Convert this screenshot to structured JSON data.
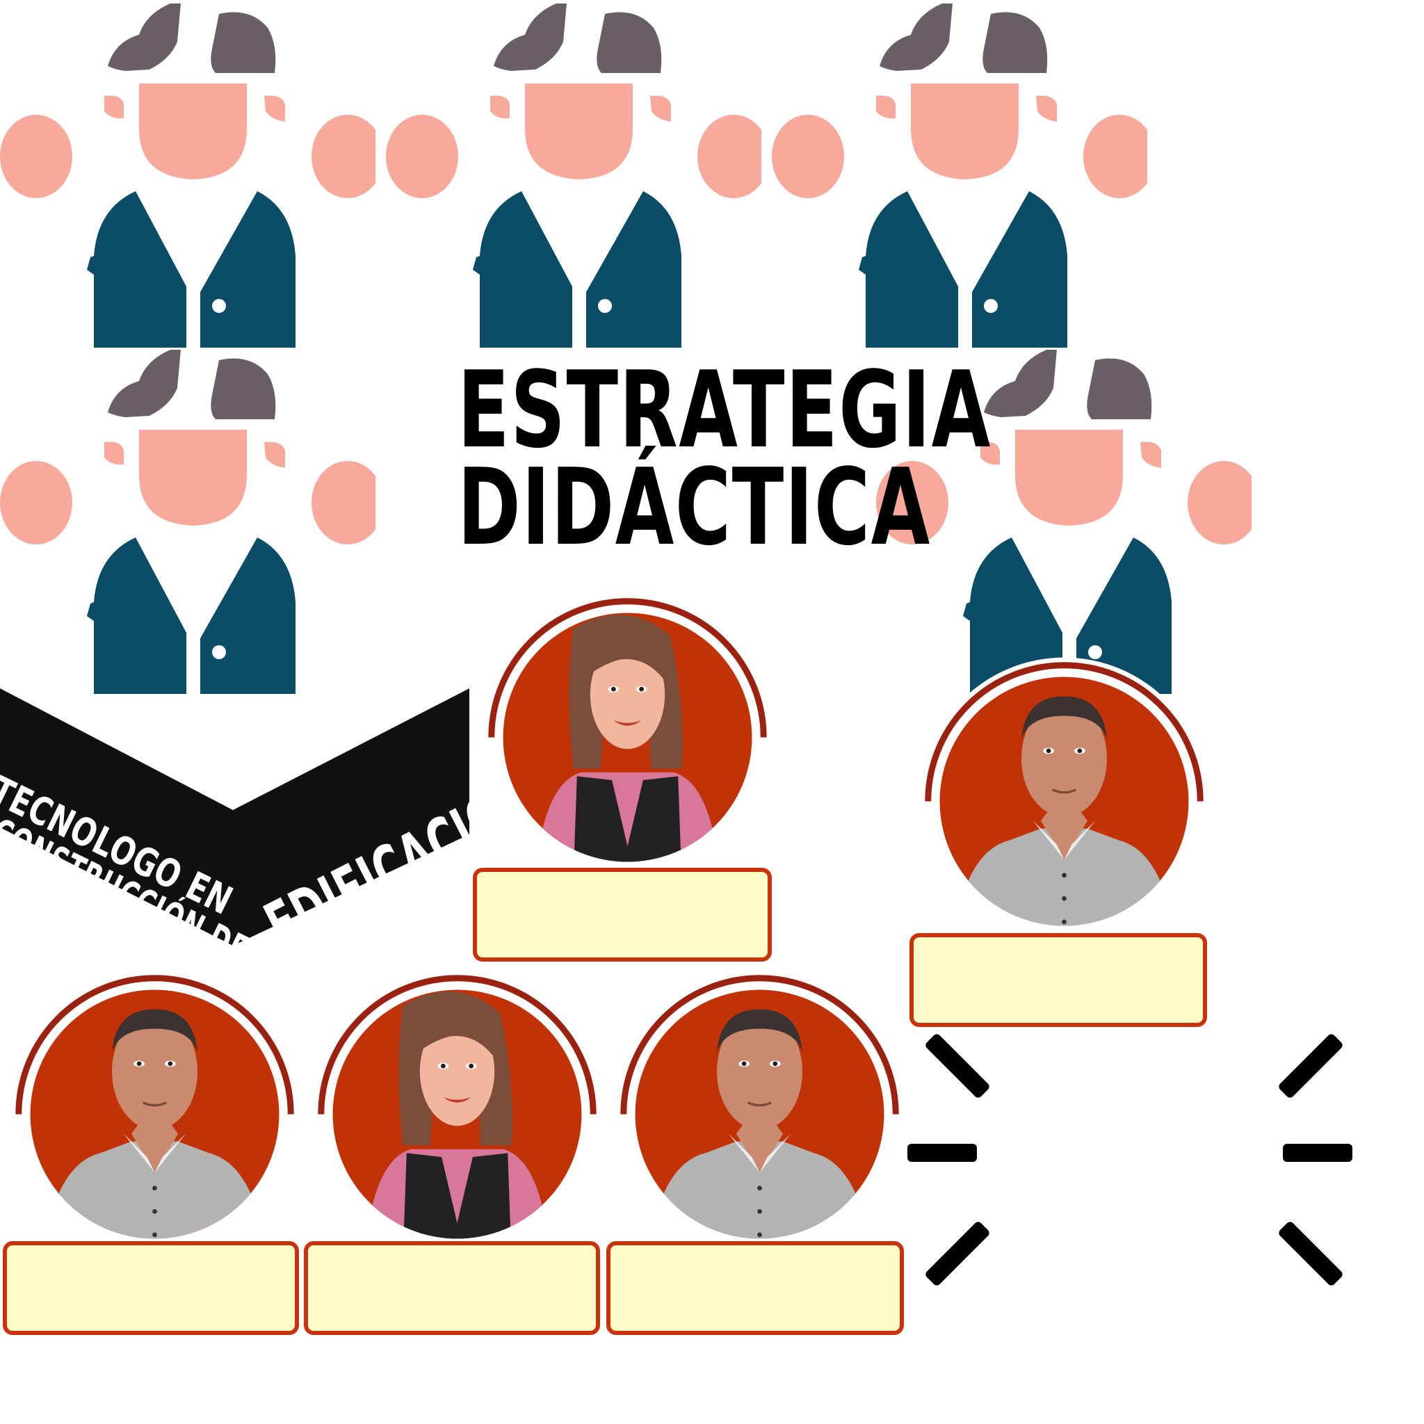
{
  "title": {
    "line1": "ESTRATEGIA",
    "line2": "DIDÁCTICA"
  },
  "ribbon": {
    "line1": "TECNOLOGO EN",
    "line2": "CONSTRUCCIÓN DE",
    "word": "EDIFICACIONES"
  },
  "avatars": [
    {
      "type": "woman"
    },
    {
      "type": "man"
    },
    {
      "type": "man"
    },
    {
      "type": "woman"
    },
    {
      "type": "man"
    }
  ],
  "name_boxes": [
    {
      "text": ""
    },
    {
      "text": ""
    },
    {
      "text": ""
    },
    {
      "text": ""
    },
    {
      "text": ""
    }
  ],
  "colors": {
    "vest": "#0b4d66",
    "skin": "#f7aa9c",
    "hair": "#6a5f67",
    "avatar_bg": "#c13207",
    "ring": "#9b2111",
    "box_fill": "#fffcc8",
    "box_border": "#c9320a"
  }
}
